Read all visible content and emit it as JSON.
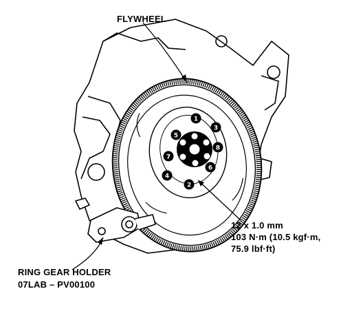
{
  "labels": {
    "flywheel": "FLYWHEEL",
    "bolt_size": "12 x 1.0 mm",
    "torque_line1": "103 N·m (10.5 kgf·m,",
    "torque_line2": "75.9 lbf·ft)",
    "tool_name": "RING GEAR HOLDER",
    "tool_number": "07LAB – PV00100"
  },
  "bolt_sequence": [
    "1",
    "2",
    "3",
    "4",
    "5",
    "6",
    "7",
    "8"
  ],
  "colors": {
    "ink": "#000000",
    "paper": "#ffffff"
  }
}
